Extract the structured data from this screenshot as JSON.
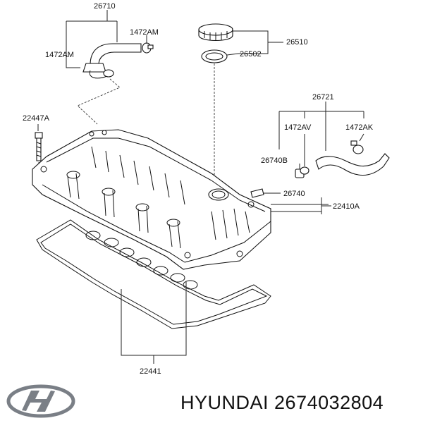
{
  "parts": {
    "hose_top": "26710",
    "clamp_right": "1472AM",
    "clamp_left": "1472AM",
    "bolt": "22447A",
    "cap": "26510",
    "cap_gasket": "26502",
    "pcv_hose_assy": "26721",
    "clamp_av": "1472AV",
    "clamp_ak": "1472AK",
    "grommet": "26740B",
    "pcv_valve": "26740",
    "cover_assy": "22410A",
    "gasket": "22441"
  },
  "footer": {
    "brand": "HYUNDAI",
    "part_number": "2674032804",
    "logo_icon": "hyundai-logo-icon"
  }
}
